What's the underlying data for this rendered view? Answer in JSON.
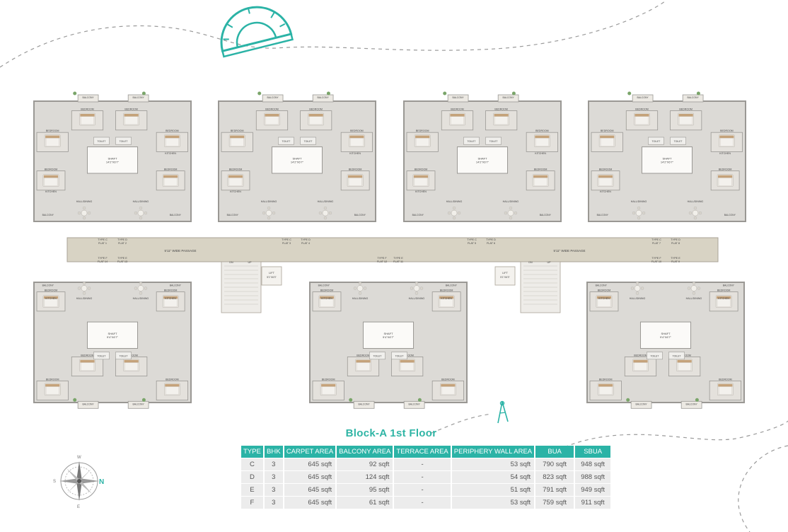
{
  "header": {
    "title": "Block-A 1st Floor"
  },
  "plan": {
    "passage_label": "5'11\" WIDE PASSAGE",
    "stairs": {
      "dn": "DN",
      "up": "UP"
    },
    "lift": {
      "label": "LIFT",
      "size": "5'1\"X6'3\""
    },
    "shaft": {
      "label": "SHAFT",
      "size": "14'2\"X6'7\""
    },
    "shaft_small": {
      "label": "SHAFT",
      "size": "9'4\"X6'7\""
    },
    "rooms": {
      "bedroom": "BEDROOM",
      "toilet": "TOILET",
      "kitchen": "KITCHEN",
      "hall": "HALL/DINING",
      "balcony": "BALCONY"
    },
    "flat_tags": [
      {
        "type": "TYPE C",
        "flat": "FLAT 1"
      },
      {
        "type": "TYPE D",
        "flat": "FLAT 2"
      },
      {
        "type": "TYPE C",
        "flat": "FLAT 3"
      },
      {
        "type": "TYPE D",
        "flat": "FLAT 4"
      },
      {
        "type": "TYPE C",
        "flat": "FLAT 5"
      },
      {
        "type": "TYPE D",
        "flat": "FLAT 6"
      },
      {
        "type": "TYPE C",
        "flat": "FLAT 7"
      },
      {
        "type": "TYPE D",
        "flat": "FLAT 8"
      },
      {
        "type": "TYPE F",
        "flat": "FLAT 14"
      },
      {
        "type": "TYPE E",
        "flat": "FLAT 13"
      },
      {
        "type": "TYPE F",
        "flat": "FLAT 12"
      },
      {
        "type": "TYPE E",
        "flat": "FLAT 11"
      },
      {
        "type": "TYPE F",
        "flat": "FLAT 10"
      },
      {
        "type": "TYPE E",
        "flat": "FLAT 9"
      }
    ]
  },
  "table": {
    "headers": [
      "TYPE",
      "BHK",
      "CARPET AREA",
      "BALCONY AREA",
      "TERRACE AREA",
      "PERIPHERY WALL AREA",
      "BUA",
      "SBUA"
    ],
    "rows": [
      [
        "C",
        "3",
        "645 sqft",
        "92 sqft",
        "-",
        "53 sqft",
        "790 sqft",
        "948 sqft"
      ],
      [
        "D",
        "3",
        "645 sqft",
        "124 sqft",
        "-",
        "54 sqft",
        "823 sqft",
        "988 sqft"
      ],
      [
        "E",
        "3",
        "645 sqft",
        "95 sqft",
        "-",
        "51 sqft",
        "791 sqft",
        "949 sqft"
      ],
      [
        "F",
        "3",
        "645 sqft",
        "61 sqft",
        "-",
        "53 sqft",
        "759 sqft",
        "911 sqft"
      ]
    ]
  },
  "compass": {
    "n": "N",
    "s": "S",
    "w": "W",
    "e": "E"
  },
  "colors": {
    "accent": "#2bb3a6",
    "title": "#2fb5a5",
    "passage": "#d8d3c4",
    "floor": "#dcdad6",
    "wall": "#9a9894"
  }
}
